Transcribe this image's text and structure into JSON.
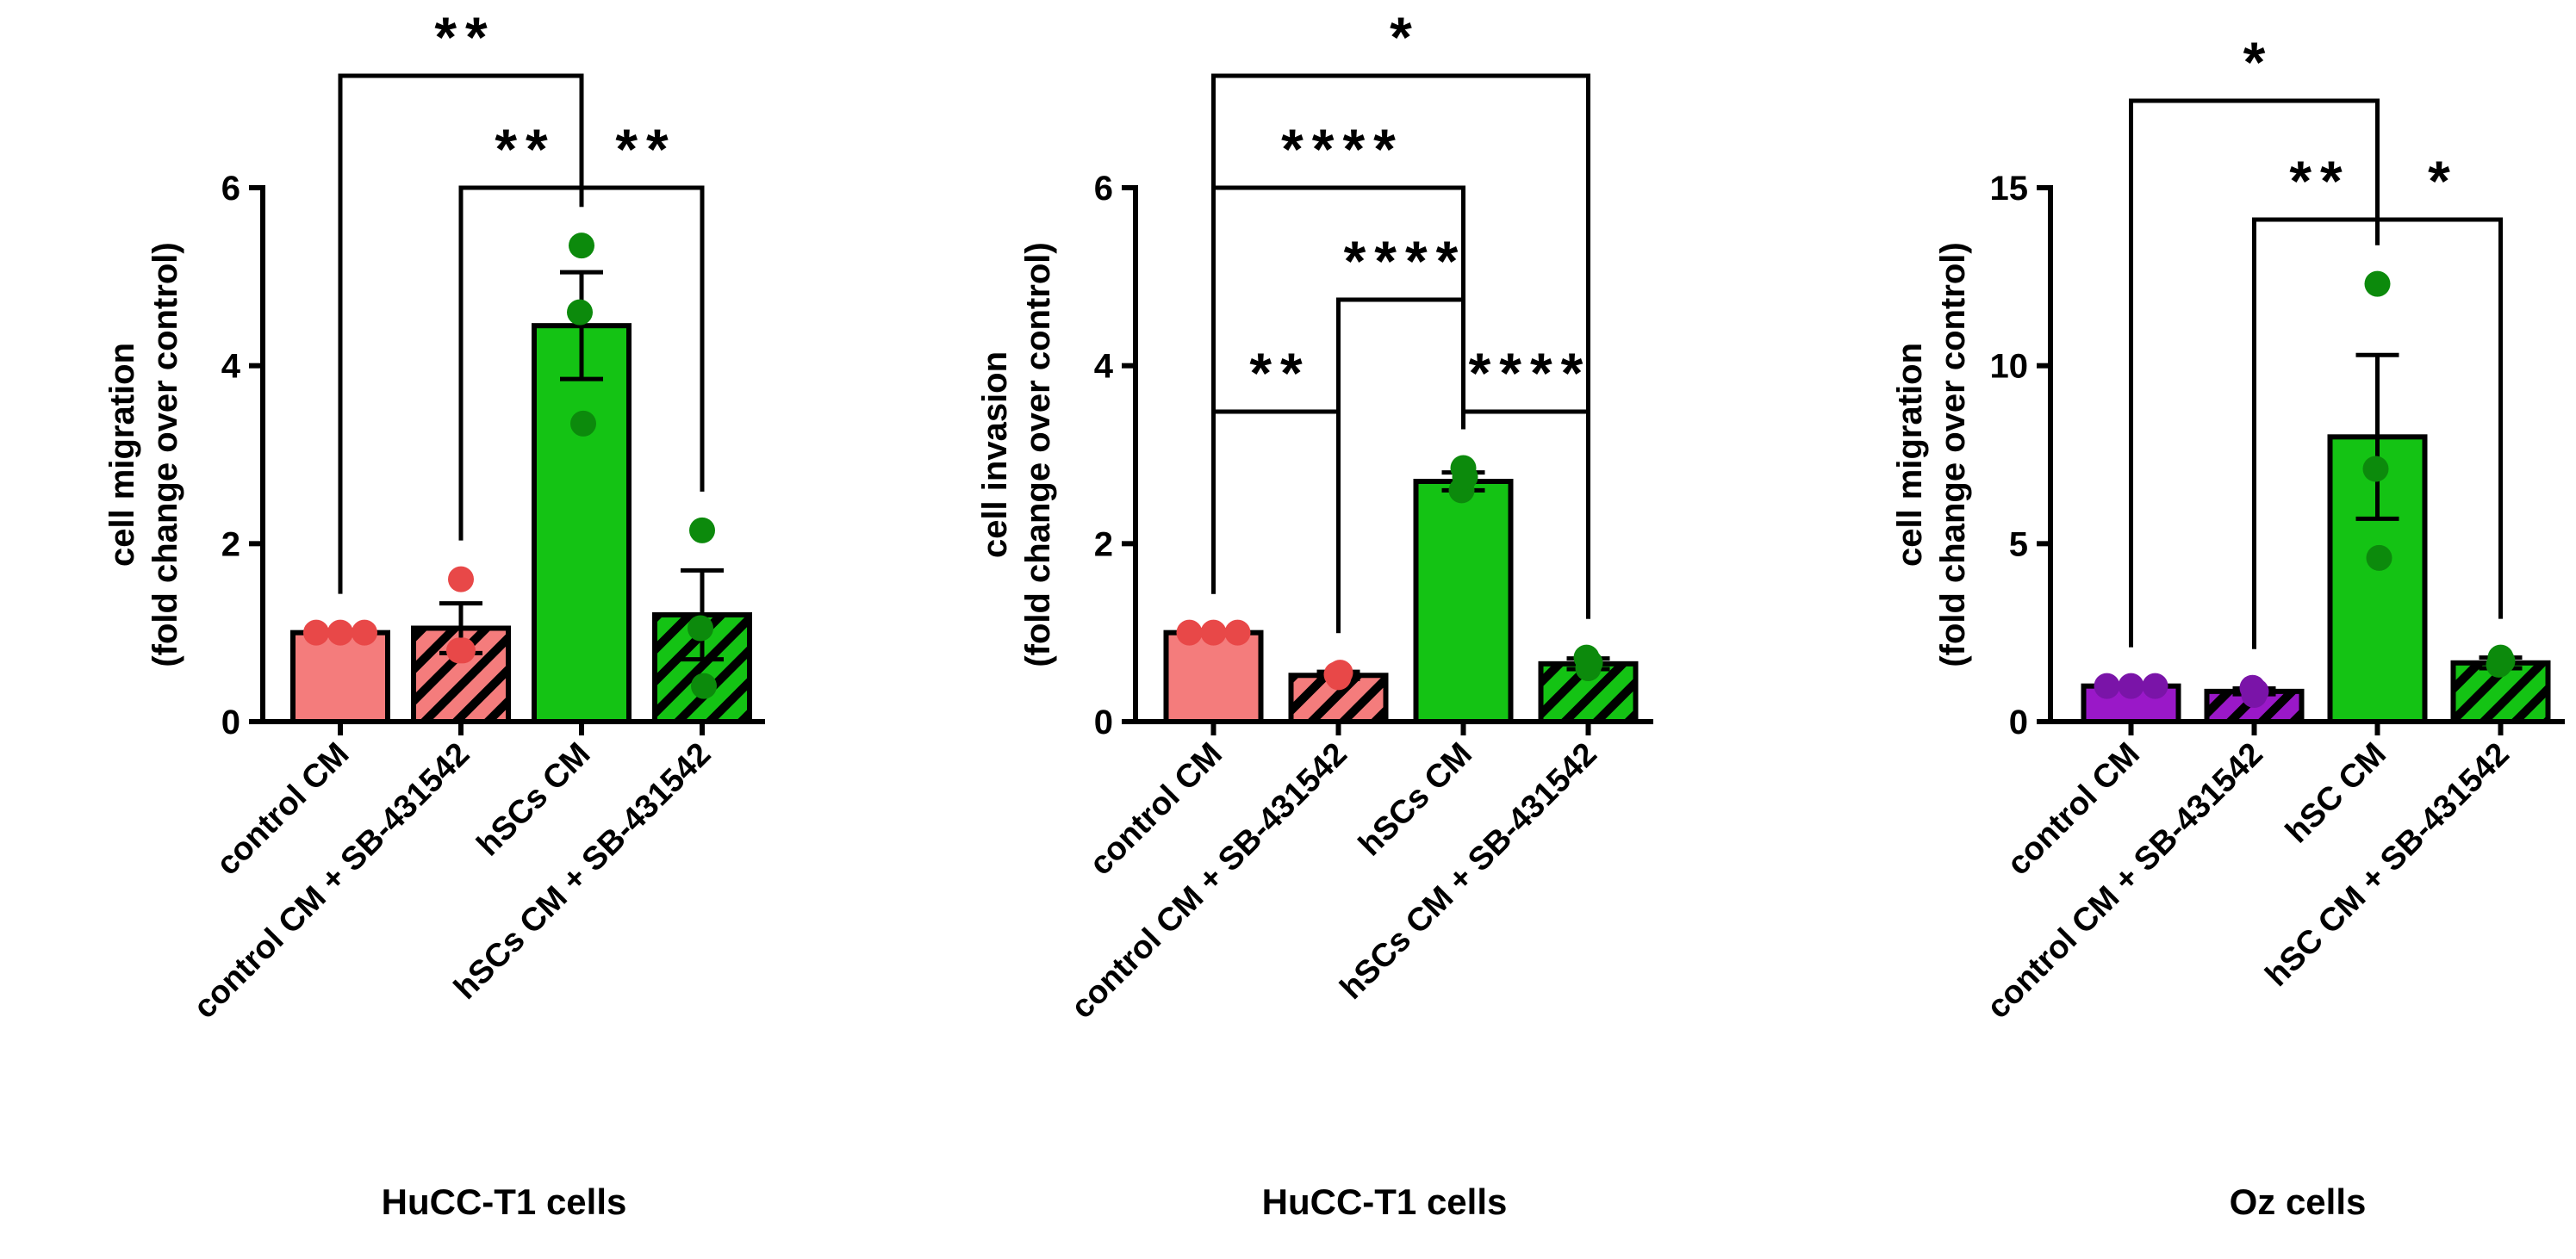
{
  "colors": {
    "salmon": "#f47c7c",
    "salmon_dot": "#e84848",
    "green": "#14c314",
    "green_dot": "#0c8a0c",
    "purple": "#9a18c8",
    "purple_dot": "#7a14a8",
    "black": "#000000"
  },
  "chart_data": [
    {
      "type": "bar",
      "title": "",
      "xlabel": "HuCC-T1 cells",
      "ylabel": "cell migration (fold change over control)",
      "ylabel_lines": [
        "cell migration",
        "(fold change over control)"
      ],
      "ylim": [
        0,
        6
      ],
      "yticks": [
        0,
        2,
        4,
        6
      ],
      "categories": [
        "control CM",
        "control CM + SB-431542",
        "hSCs CM",
        "hSCs CM + SB-431542"
      ],
      "values": [
        1.0,
        1.05,
        4.45,
        1.2
      ],
      "errors": [
        0.0,
        0.28,
        0.6,
        0.5
      ],
      "points": [
        [
          1.0,
          1.0,
          1.0
        ],
        [
          1.6,
          0.8,
          0.8
        ],
        [
          5.35,
          4.6,
          3.35
        ],
        [
          2.15,
          1.05,
          0.4
        ]
      ],
      "fills": [
        "salmon",
        "salmon",
        "green",
        "green"
      ],
      "dots": [
        "salmon_dot",
        "salmon_dot",
        "green_dot",
        "green_dot"
      ],
      "hatched": [
        false,
        true,
        false,
        true
      ],
      "significance": [
        {
          "from": 0,
          "to": 2,
          "label": "**"
        },
        {
          "from": 1,
          "to": 2,
          "label": "**"
        },
        {
          "from": 2,
          "to": 3,
          "label": "**"
        }
      ]
    },
    {
      "type": "bar",
      "title": "",
      "xlabel": "HuCC-T1 cells",
      "ylabel": "cell invasion (fold change over control)",
      "ylabel_lines": [
        "cell invasion",
        "(fold change over control)"
      ],
      "ylim": [
        0,
        6
      ],
      "yticks": [
        0,
        2,
        4,
        6
      ],
      "categories": [
        "control CM",
        "control CM + SB-431542",
        "hSCs CM",
        "hSCs CM + SB-431542"
      ],
      "values": [
        1.0,
        0.52,
        2.7,
        0.65
      ],
      "errors": [
        0.0,
        0.04,
        0.1,
        0.06
      ],
      "points": [
        [
          1.0,
          1.0,
          1.0
        ],
        [
          0.5,
          0.53,
          0.55
        ],
        [
          2.85,
          2.6,
          2.75
        ],
        [
          0.6,
          0.72,
          0.66
        ]
      ],
      "fills": [
        "salmon",
        "salmon",
        "green",
        "green"
      ],
      "dots": [
        "salmon_dot",
        "salmon_dot",
        "green_dot",
        "green_dot"
      ],
      "hatched": [
        false,
        true,
        false,
        true
      ],
      "significance": [
        {
          "from": 0,
          "to": 3,
          "label": "*"
        },
        {
          "from": 0,
          "to": 2,
          "label": "****"
        },
        {
          "from": 1,
          "to": 2,
          "label": "****"
        },
        {
          "from": 0,
          "to": 1,
          "label": "**"
        },
        {
          "from": 2,
          "to": 3,
          "label": "****"
        }
      ]
    },
    {
      "type": "bar",
      "title": "",
      "xlabel": "Oz cells",
      "ylabel": "cell migration (fold change over control)",
      "ylabel_lines": [
        "cell migration",
        "(fold change over control)"
      ],
      "ylim": [
        0,
        15
      ],
      "yticks": [
        0,
        5,
        10,
        15
      ],
      "categories": [
        "control CM",
        "control CM + SB-431542",
        "hSC CM",
        "hSC CM + SB-431542"
      ],
      "values": [
        1.0,
        0.85,
        8.0,
        1.65
      ],
      "errors": [
        0.0,
        0.08,
        2.3,
        0.15
      ],
      "points": [
        [
          1.0,
          1.0,
          1.0
        ],
        [
          0.75,
          0.95,
          0.85
        ],
        [
          12.3,
          7.1,
          4.6
        ],
        [
          1.8,
          1.6,
          1.7
        ]
      ],
      "fills": [
        "purple",
        "purple",
        "green",
        "green"
      ],
      "dots": [
        "purple_dot",
        "purple_dot",
        "green_dot",
        "green_dot"
      ],
      "hatched": [
        false,
        true,
        false,
        true
      ],
      "significance": [
        {
          "from": 0,
          "to": 2,
          "label": "*"
        },
        {
          "from": 1,
          "to": 2,
          "label": "**"
        },
        {
          "from": 2,
          "to": 3,
          "label": "*"
        }
      ]
    }
  ]
}
